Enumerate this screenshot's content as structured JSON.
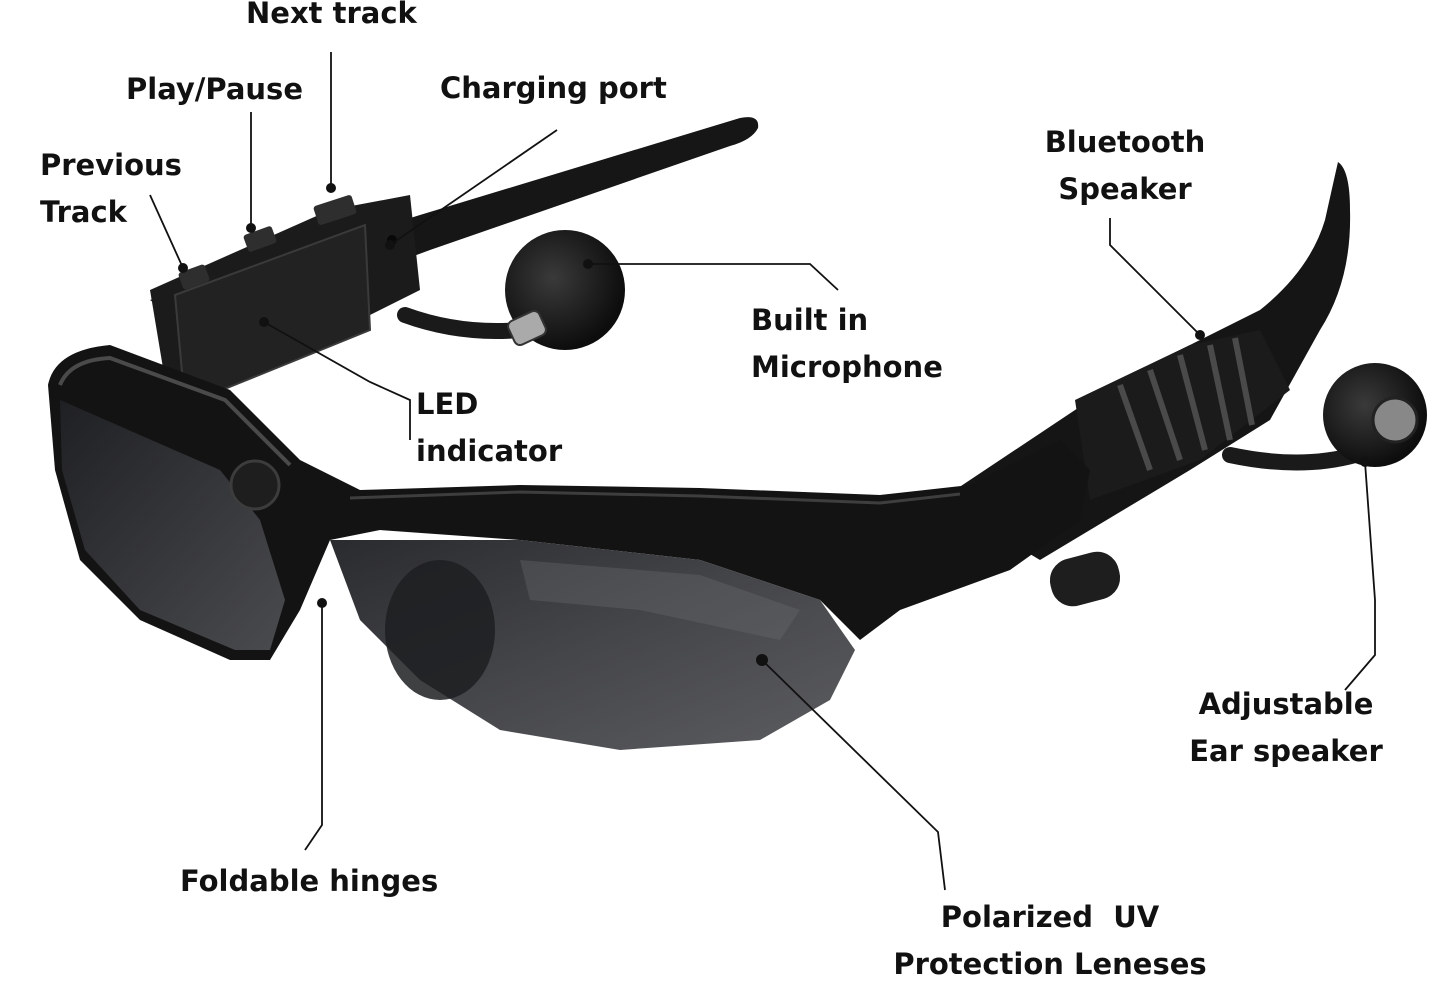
{
  "colors": {
    "frame": "#151515",
    "frame_highlight": "#4a4a4a",
    "lens": "#3a3b3e",
    "lens_glare": "#6b6c70",
    "label_text": "#111111",
    "background": "#ffffff"
  },
  "labels": {
    "next_track": [
      "Next track"
    ],
    "play_pause": [
      "Play/Pause"
    ],
    "charging_port": [
      "Charging port"
    ],
    "previous_track": [
      "Previous",
      "Track"
    ],
    "bluetooth_speaker": [
      "Bluetooth",
      "Speaker"
    ],
    "built_in_microphone": [
      "Built in",
      "Microphone"
    ],
    "led_indicator": [
      "LED",
      "indicator"
    ],
    "adjustable_ear_speaker": [
      "Adjustable",
      "Ear speaker"
    ],
    "foldable_hinges": [
      "Foldable hinges"
    ],
    "polarized_lenses": [
      "Polarized  UV",
      "Protection Leneses"
    ]
  }
}
